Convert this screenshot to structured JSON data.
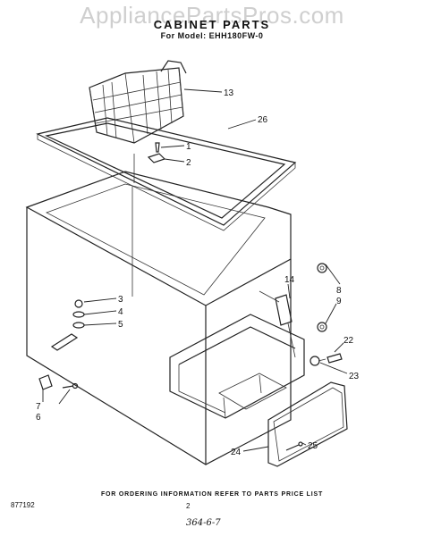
{
  "header": {
    "watermark": "AppliancePartsPros.com",
    "title": "CABINET PARTS",
    "model": "For Model: EHH180FW-0"
  },
  "callouts": [
    {
      "id": "13",
      "label": "13"
    },
    {
      "id": "26",
      "label": "26"
    },
    {
      "id": "1",
      "label": "1"
    },
    {
      "id": "2",
      "label": "2"
    },
    {
      "id": "14",
      "label": "14"
    },
    {
      "id": "8",
      "label": "8"
    },
    {
      "id": "9",
      "label": "9"
    },
    {
      "id": "3",
      "label": "3"
    },
    {
      "id": "4",
      "label": "4"
    },
    {
      "id": "5",
      "label": "5"
    },
    {
      "id": "22",
      "label": "22"
    },
    {
      "id": "23",
      "label": "23"
    },
    {
      "id": "7",
      "label": "7"
    },
    {
      "id": "6",
      "label": "6"
    },
    {
      "id": "25",
      "label": "25"
    },
    {
      "id": "24",
      "label": "24"
    }
  ],
  "footer": {
    "ordering_note": "FOR ORDERING INFORMATION REFER TO PARTS PRICE LIST",
    "doc_code": "877192",
    "page": "2",
    "handwritten": "364-6-7"
  }
}
